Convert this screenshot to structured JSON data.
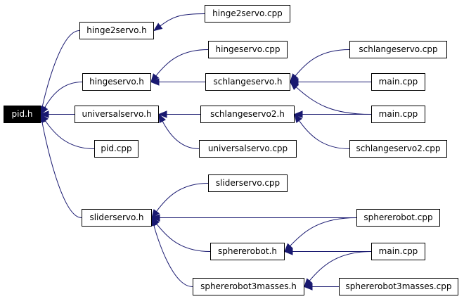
{
  "colors": {
    "edge": "#191970",
    "node_border": "#000000",
    "root_fill": "#000000",
    "root_text": "#ffffff"
  },
  "nodes": {
    "pid_h": "pid.h",
    "hinge2servo_h": "hinge2servo.h",
    "hingeservo_h": "hingeservo.h",
    "universalservo_h": "universalservo.h",
    "pid_cpp": "pid.cpp",
    "sliderservo_h": "sliderservo.h",
    "hinge2servo_cpp": "hinge2servo.cpp",
    "hingeservo_cpp": "hingeservo.cpp",
    "schlangeservo_h": "schlangeservo.h",
    "schlangeservo2_h": "schlangeservo2.h",
    "universalservo_cpp": "universalservo.cpp",
    "sliderservo_cpp": "sliderservo.cpp",
    "sphererobot_h": "sphererobot.h",
    "sphererobot3masses_h": "sphererobot3masses.h",
    "schlangeservo_cpp": "schlangeservo.cpp",
    "main_cpp_1": "main.cpp",
    "main_cpp_2": "main.cpp",
    "schlangeservo2_cpp": "schlangeservo2.cpp",
    "sphererobot_cpp": "sphererobot.cpp",
    "main_cpp_3": "main.cpp",
    "sphererobot3masses_cpp": "sphererobot3masses.cpp"
  },
  "edges": [
    [
      "hinge2servo_h",
      "pid_h"
    ],
    [
      "hingeservo_h",
      "pid_h"
    ],
    [
      "universalservo_h",
      "pid_h"
    ],
    [
      "pid_cpp",
      "pid_h"
    ],
    [
      "sliderservo_h",
      "pid_h"
    ],
    [
      "hinge2servo_cpp",
      "hinge2servo_h"
    ],
    [
      "hingeservo_cpp",
      "hingeservo_h"
    ],
    [
      "schlangeservo_h",
      "hingeservo_h"
    ],
    [
      "schlangeservo2_h",
      "universalservo_h"
    ],
    [
      "universalservo_cpp",
      "universalservo_h"
    ],
    [
      "schlangeservo_cpp",
      "schlangeservo_h"
    ],
    [
      "main_cpp_1",
      "schlangeservo_h"
    ],
    [
      "main_cpp_2",
      "schlangeservo_h"
    ],
    [
      "main_cpp_2",
      "schlangeservo2_h"
    ],
    [
      "schlangeservo2_cpp",
      "schlangeservo2_h"
    ],
    [
      "sliderservo_cpp",
      "sliderservo_h"
    ],
    [
      "sphererobot_cpp",
      "sliderservo_h"
    ],
    [
      "sphererobot_h",
      "sliderservo_h"
    ],
    [
      "sphererobot3masses_h",
      "sliderservo_h"
    ],
    [
      "sphererobot_cpp",
      "sphererobot_h"
    ],
    [
      "main_cpp_3",
      "sphererobot_h"
    ],
    [
      "main_cpp_3",
      "sphererobot3masses_h"
    ],
    [
      "sphererobot3masses_cpp",
      "sphererobot3masses_h"
    ]
  ]
}
